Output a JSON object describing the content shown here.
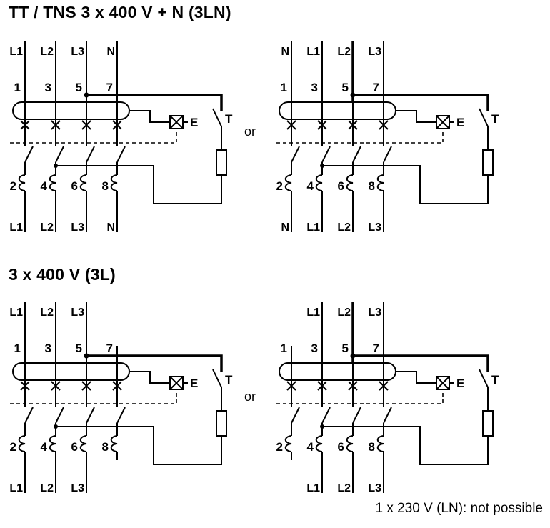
{
  "page": {
    "title_3ln": "TT / TNS 3 x 400 V + N (3LN)",
    "title_3l": "3 x 400 V (3L)",
    "or": "or",
    "note": "1 x 230 V (LN): not possible"
  },
  "diagrams": [
    {
      "top_labels": [
        "L1",
        "L2",
        "L3",
        "N"
      ],
      "top_terminals": [
        "1",
        "3",
        "5",
        "7"
      ],
      "bottom_terminals": [
        "2",
        "4",
        "6",
        "8"
      ],
      "bottom_labels": [
        "L1",
        "L2",
        "L3",
        "N"
      ],
      "release_label": "E",
      "test_label": "T"
    },
    {
      "top_labels": [
        "N",
        "L1",
        "L2",
        "L3"
      ],
      "top_terminals": [
        "1",
        "3",
        "5",
        "7"
      ],
      "bottom_terminals": [
        "2",
        "4",
        "6",
        "8"
      ],
      "bottom_labels": [
        "N",
        "L1",
        "L2",
        "L3"
      ],
      "release_label": "E",
      "test_label": "T"
    },
    {
      "top_labels": [
        "L1",
        "L2",
        "L3",
        null
      ],
      "top_terminals": [
        "1",
        "3",
        "5",
        "7"
      ],
      "bottom_terminals": [
        "2",
        "4",
        "6",
        "8"
      ],
      "bottom_labels": [
        "L1",
        "L2",
        "L3",
        null
      ],
      "release_label": "E",
      "test_label": "T"
    },
    {
      "top_labels": [
        null,
        "L1",
        "L2",
        "L3"
      ],
      "top_terminals": [
        "1",
        "3",
        "5",
        "7"
      ],
      "bottom_terminals": [
        "2",
        "4",
        "6",
        "8"
      ],
      "bottom_labels": [
        null,
        "L1",
        "L2",
        "L3"
      ],
      "release_label": "E",
      "test_label": "T"
    }
  ]
}
